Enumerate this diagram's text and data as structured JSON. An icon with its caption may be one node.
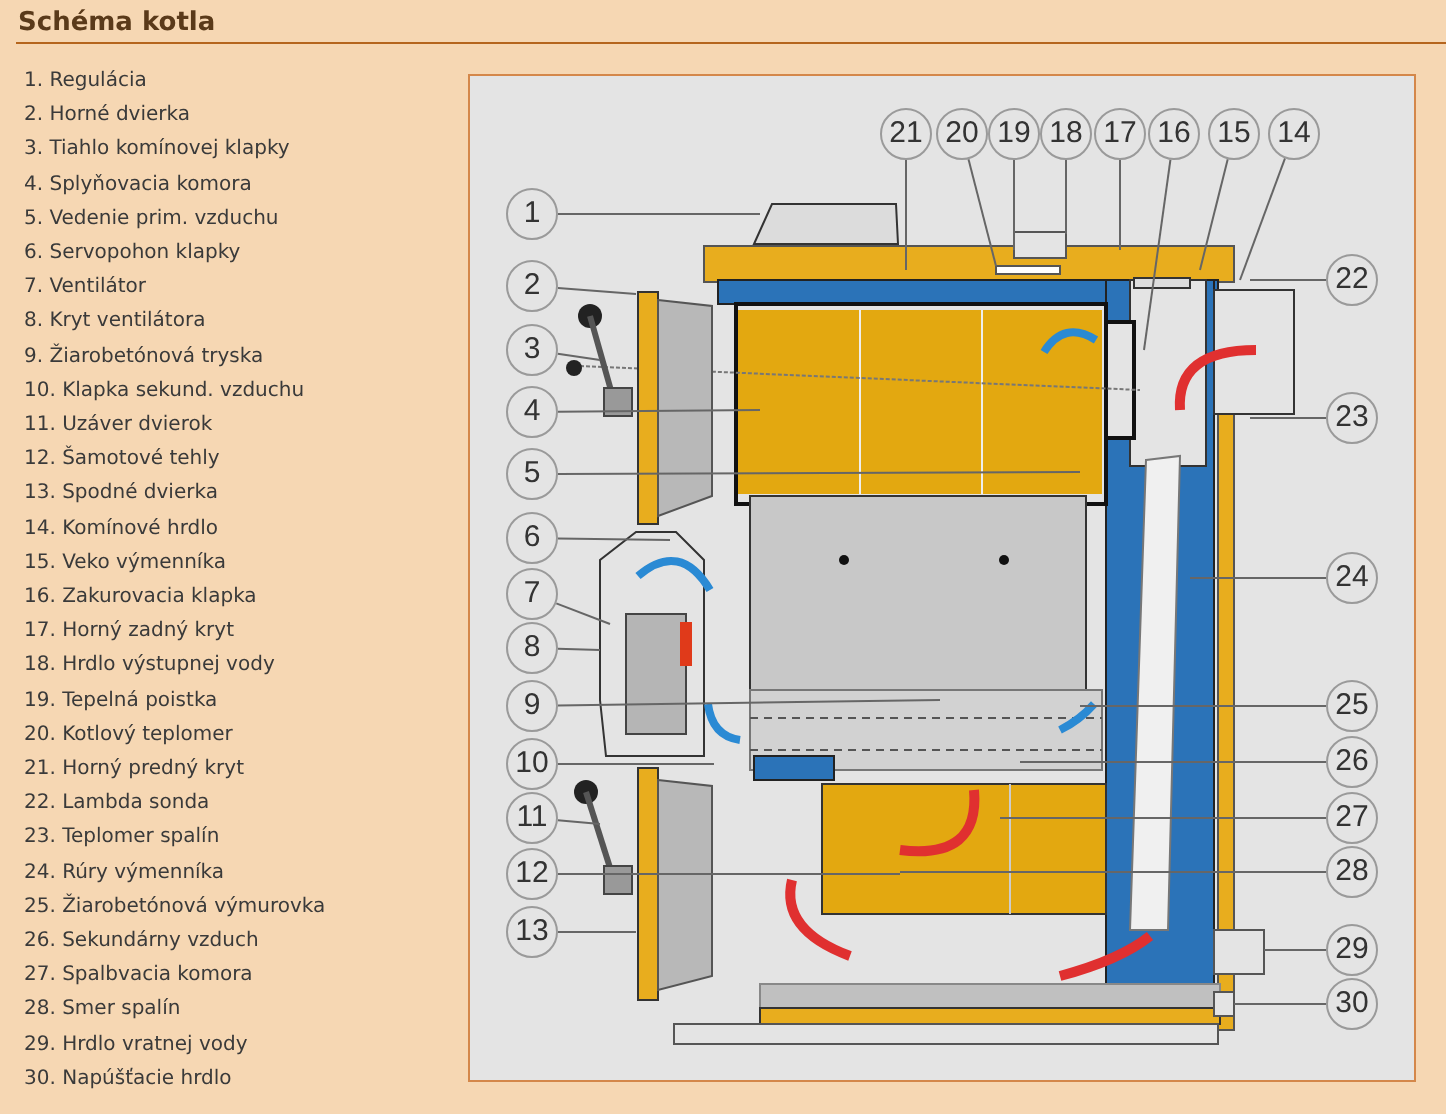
{
  "diagram": {
    "title": "Schéma kotla",
    "nodes": [
      {
        "text": [
          "1"
        ]
      },
      {
        "text": [
          "2"
        ]
      },
      {
        "text": [
          "3"
        ]
      },
      {
        "text": [
          "4"
        ]
      },
      {
        "text": [
          "5"
        ]
      },
      {
        "text": [
          "6"
        ]
      },
      {
        "text": [
          "7"
        ]
      },
      {
        "text": [
          "8"
        ]
      },
      {
        "text": [
          "9"
        ]
      },
      {
        "text": [
          "10"
        ]
      },
      {
        "text": [
          "11"
        ]
      },
      {
        "text": [
          "12"
        ]
      },
      {
        "text": [
          "13"
        ]
      },
      {
        "text": [
          "14"
        ]
      },
      {
        "text": [
          "15"
        ]
      },
      {
        "text": [
          "16"
        ]
      },
      {
        "text": [
          "17"
        ]
      },
      {
        "text": [
          "18"
        ]
      },
      {
        "text": [
          "19"
        ]
      },
      {
        "text": [
          "20"
        ]
      },
      {
        "text": [
          "21"
        ]
      },
      {
        "text": [
          "22"
        ]
      },
      {
        "text": [
          "23"
        ]
      },
      {
        "text": [
          "24"
        ]
      },
      {
        "text": [
          "25"
        ]
      },
      {
        "text": [
          "26"
        ]
      },
      {
        "text": [
          "27"
        ]
      },
      {
        "text": [
          "28"
        ]
      },
      {
        "text": [
          "29"
        ]
      },
      {
        "text": [
          "30"
        ]
      }
    ],
    "edges": [
      {
        "from": 0,
        "to": null,
        "arrow": "none"
      },
      {
        "from": 1,
        "to": null,
        "arrow": "none"
      },
      {
        "from": 2,
        "to": null,
        "arrow": "none"
      },
      {
        "from": 3,
        "to": null,
        "arrow": "none"
      },
      {
        "from": 4,
        "to": null,
        "arrow": "none"
      },
      {
        "from": 5,
        "to": null,
        "arrow": "none"
      },
      {
        "from": 6,
        "to": null,
        "arrow": "none"
      },
      {
        "from": 7,
        "to": null,
        "arrow": "none"
      },
      {
        "from": 8,
        "to": null,
        "arrow": "none"
      },
      {
        "from": 9,
        "to": null,
        "arrow": "none"
      },
      {
        "from": 10,
        "to": null,
        "arrow": "none"
      },
      {
        "from": 11,
        "to": null,
        "arrow": "none"
      },
      {
        "from": 12,
        "to": null,
        "arrow": "none"
      },
      {
        "from": 13,
        "to": null,
        "arrow": "none"
      },
      {
        "from": 14,
        "to": null,
        "arrow": "none"
      },
      {
        "from": 15,
        "to": null,
        "arrow": "none"
      },
      {
        "from": 16,
        "to": null,
        "arrow": "none"
      },
      {
        "from": 17,
        "to": null,
        "arrow": "none"
      },
      {
        "from": 18,
        "to": null,
        "arrow": "none"
      },
      {
        "from": 19,
        "to": null,
        "arrow": "none"
      },
      {
        "from": 20,
        "to": null,
        "arrow": "none"
      },
      {
        "from": 21,
        "to": null,
        "arrow": "none"
      },
      {
        "from": 22,
        "to": null,
        "arrow": "none"
      },
      {
        "from": 23,
        "to": null,
        "arrow": "none"
      },
      {
        "from": 24,
        "to": null,
        "arrow": "none"
      },
      {
        "from": 25,
        "to": null,
        "arrow": "none"
      },
      {
        "from": 26,
        "to": null,
        "arrow": "none"
      },
      {
        "from": 27,
        "to": null,
        "arrow": "none"
      },
      {
        "from": 28,
        "to": null,
        "arrow": "none"
      },
      {
        "from": 29,
        "to": null,
        "arrow": "none"
      }
    ],
    "labels": [
      "1. Regulácia",
      "2. Horné dvierka",
      "3. Tiahlo komínovej klapky",
      "4. Splyňovacia komora",
      "5. Vedenie prim. vzduchu",
      "6. Servopohon klapky",
      "7. Ventilátor",
      "8. Kryt ventilátora",
      "9. Žiarobetónová tryska",
      "10. Klapka sekund. vzduchu",
      "11. Uzáver dvierok",
      "12. Šamotové tehly",
      "13. Spodné dvierka",
      "14. Komínové hrdlo",
      "15. Veko výmenníka",
      "16. Zakurovacia klapka",
      "17. Horný zadný kryt",
      "18. Hrdlo výstupnej vody",
      "19. Tepelná poistka",
      "20. Kotlový teplomer",
      "21. Horný predný kryt",
      "22. Lambda sonda",
      "23. Teplomer spalín",
      "24. Rúry výmenníka",
      "25. Žiarobetónová výmurovka",
      "26. Sekundárny vzduch",
      "27. Spalbvacia komora",
      "28. Smer spalín",
      "29. Hrdlo vratnej vody",
      "30. Napúšťacie hrdlo"
    ]
  }
}
